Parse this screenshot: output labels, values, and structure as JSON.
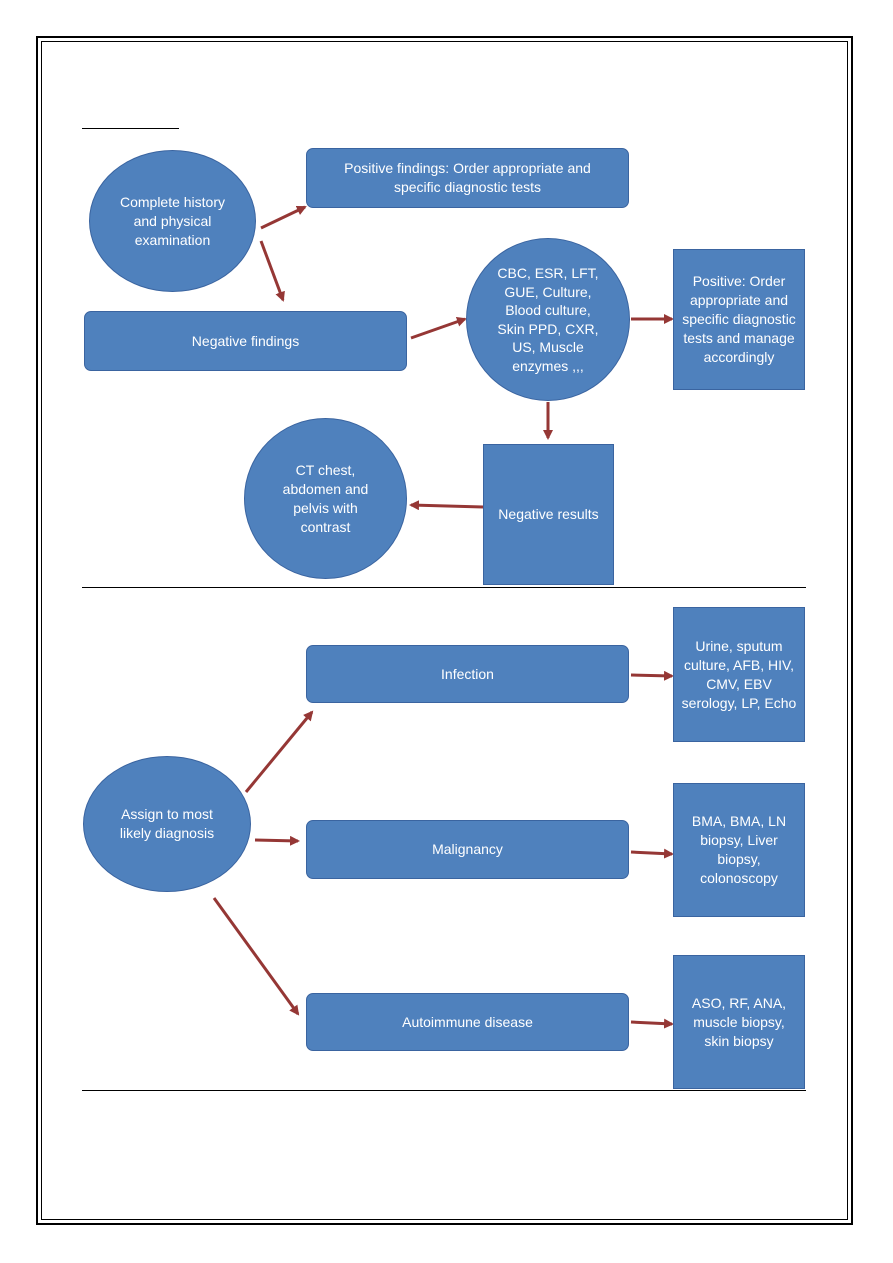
{
  "flowchart_1": {
    "history_exam": "Complete history and physical examination",
    "positive_findings": "Positive findings: Order appropriate and specific diagnostic tests",
    "negative_findings": "Negative findings",
    "labs": "CBC, ESR, LFT, GUE, Culture, Blood culture, Skin PPD, CXR, US, Muscle enzymes ,,,",
    "positive_order": "Positive: Order appropriate and specific diagnostic tests and manage accordingly",
    "negative_results": "Negative results",
    "ct_scan": "CT chest, abdomen and pelvis with contrast"
  },
  "flowchart_2": {
    "assign_diagnosis": "Assign to most likely diagnosis",
    "infection": "Infection",
    "infection_tests": "Urine, sputum culture, AFB, HIV, CMV, EBV serology, LP, Echo",
    "malignancy": "Malignancy",
    "malignancy_tests": "BMA, BMA, LN biopsy, Liver biopsy, colonoscopy",
    "autoimmune": "Autoimmune disease",
    "autoimmune_tests": "ASO, RF, ANA, muscle biopsy, skin biopsy"
  },
  "colors": {
    "node_fill": "#4f81bd",
    "node_border": "#3a64a0",
    "arrow": "#953735",
    "text": "#ffffff"
  }
}
